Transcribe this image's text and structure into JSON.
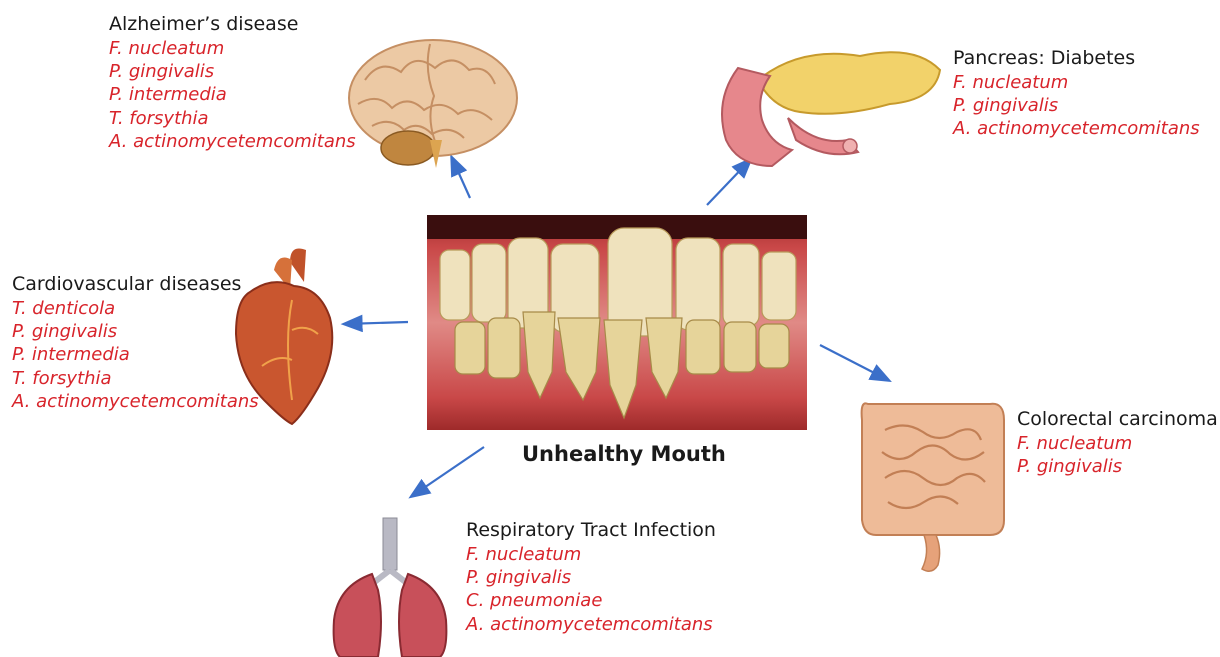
{
  "center": {
    "label": "Unhealthy Mouth"
  },
  "diseases": [
    {
      "heading": "Alzheimer’s disease",
      "icon": "brain-icon",
      "pathogens": [
        "F. nucleatum",
        "P. gingivalis",
        "P. intermedia",
        "T. forsythia",
        "A. actinomycetemcomitans"
      ]
    },
    {
      "heading": "Pancreas: Diabetes",
      "icon": "pancreas-icon",
      "pathogens": [
        "F. nucleatum",
        "P. gingivalis",
        "A. actinomycetemcomitans"
      ]
    },
    {
      "heading": "Cardiovascular diseases",
      "icon": "heart-icon",
      "pathogens": [
        "T. denticola",
        "P. gingivalis",
        "P. intermedia",
        "T. forsythia",
        "A. actinomycetemcomitans"
      ]
    },
    {
      "heading": "Colorectal carcinoma",
      "icon": "intestine-icon",
      "pathogens": [
        "F. nucleatum",
        "P. gingivalis"
      ]
    },
    {
      "heading": "Respiratory Tract Infection",
      "icon": "lungs-icon",
      "pathogens": [
        "F. nucleatum",
        "P. gingivalis",
        "C. pneumoniae",
        "A. actinomycetemcomitans"
      ]
    }
  ],
  "colors": {
    "pathogen": "#d8242b",
    "arrow": "#3b6fc9",
    "heading": "#1a1a1a"
  }
}
